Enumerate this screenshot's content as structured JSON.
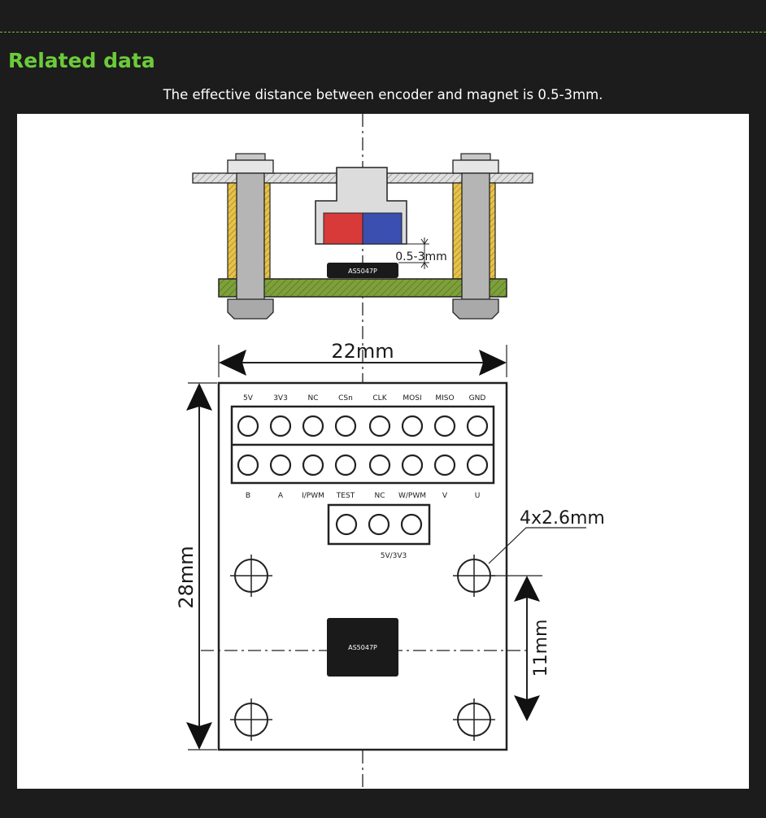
{
  "section": {
    "title": "Related data",
    "caption": "The effective distance between encoder and magnet is 0.5-3mm."
  },
  "diagram": {
    "side_view": {
      "gap_label": "0.5-3mm",
      "chip_label": "AS5047P",
      "magnet_colors": [
        "#d83a3a",
        "#3a4fb0"
      ]
    },
    "top_view": {
      "width_label": "22mm",
      "height_label": "28mm",
      "hole_label": "4x2.6mm",
      "offset_label": "11mm",
      "chip_label": "AS5047P",
      "top_pins": [
        "5V",
        "3V3",
        "NC",
        "CSn",
        "CLK",
        "MOSI",
        "MISO",
        "GND"
      ],
      "bottom_pins": [
        "B",
        "A",
        "I/PWM",
        "TEST",
        "NC",
        "W/PWM",
        "V",
        "U"
      ],
      "jumper_label": "5V/3V3"
    }
  }
}
